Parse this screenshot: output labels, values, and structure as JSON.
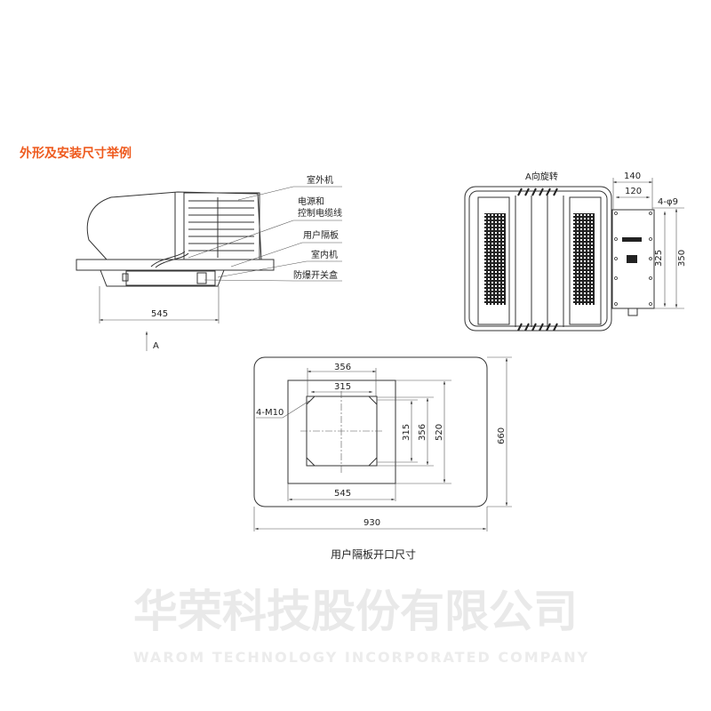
{
  "title": "外形及安装尺寸举例",
  "side_view": {
    "labels": [
      "室外机",
      "电源和",
      "控制电缆线",
      "用户隔板",
      "室内机",
      "防爆开关盒"
    ],
    "dim_width": "545",
    "view_arrow": "A"
  },
  "top_view": {
    "title": "A向旋转",
    "dim_140": "140",
    "dim_120": "120",
    "holes": "4-φ9",
    "dim_325": "325",
    "dim_350": "350"
  },
  "cutout": {
    "dim_356_h": "356",
    "dim_315_h": "315",
    "bolts": "4-M10",
    "dim_315_v": "315",
    "dim_356_v": "356",
    "dim_520": "520",
    "dim_660": "660",
    "dim_545": "545",
    "dim_930": "930",
    "caption": "用户隔板开口尺寸"
  },
  "watermark": {
    "cn": "华荣科技股份有限公司",
    "en": "WAROM TECHNOLOGY INCORPORATED COMPANY"
  }
}
